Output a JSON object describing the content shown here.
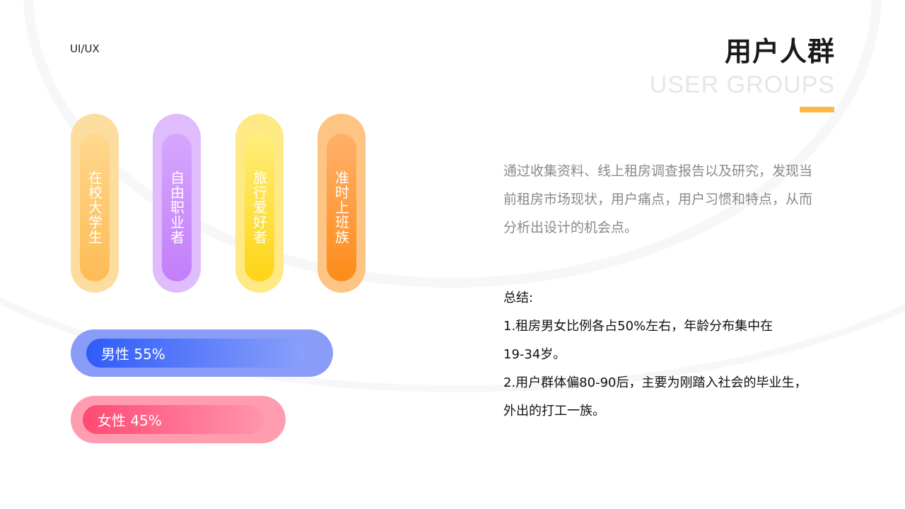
{
  "tag": "UI/UX",
  "header": {
    "title": "用户人群",
    "subtitle": "USER GROUPS",
    "accent_color": "#FDB846"
  },
  "personas": [
    {
      "label": "在校大学生",
      "outer": "#FDDCA0",
      "inner_top": "#FFD88E",
      "inner_bottom": "#FDBB55"
    },
    {
      "label": "自由职业者",
      "outer": "#DFBCFC",
      "inner_top": "#D6A7FC",
      "inner_bottom": "#C37EFA"
    },
    {
      "label": "旅行爱好者",
      "outer": "#FEE985",
      "inner_top": "#FFEE7A",
      "inner_bottom": "#FDD516"
    },
    {
      "label": "准时上班族",
      "outer": "#FDC483",
      "inner_top": "#FFB06A",
      "inner_bottom": "#FD8C1A"
    }
  ],
  "gender": [
    {
      "label": "男性 55%",
      "percent": 55,
      "outer": "#889CF8",
      "inner_left": "#2F5BF9",
      "inner_right": "#8AA0FB"
    },
    {
      "label": "女性 45%",
      "percent": 45,
      "outer": "#FF9DB0",
      "inner_left": "#FF4A73",
      "inner_right": "#FF95AB"
    }
  ],
  "description": [
    "通过收集资料、线上租房调查报告以及研究，发现当",
    "前租房市场现状，用户痛点，用户习惯和特点，从而",
    "分析出设计的机会点。"
  ],
  "summary": [
    "总结:",
    "1.租房男女比例各占50%左右，年龄分布集中在",
    "19-34岁。",
    "2.用户群体偏80-90后，主要为刚踏入社会的毕业生，",
    "外出的打工一族。"
  ]
}
